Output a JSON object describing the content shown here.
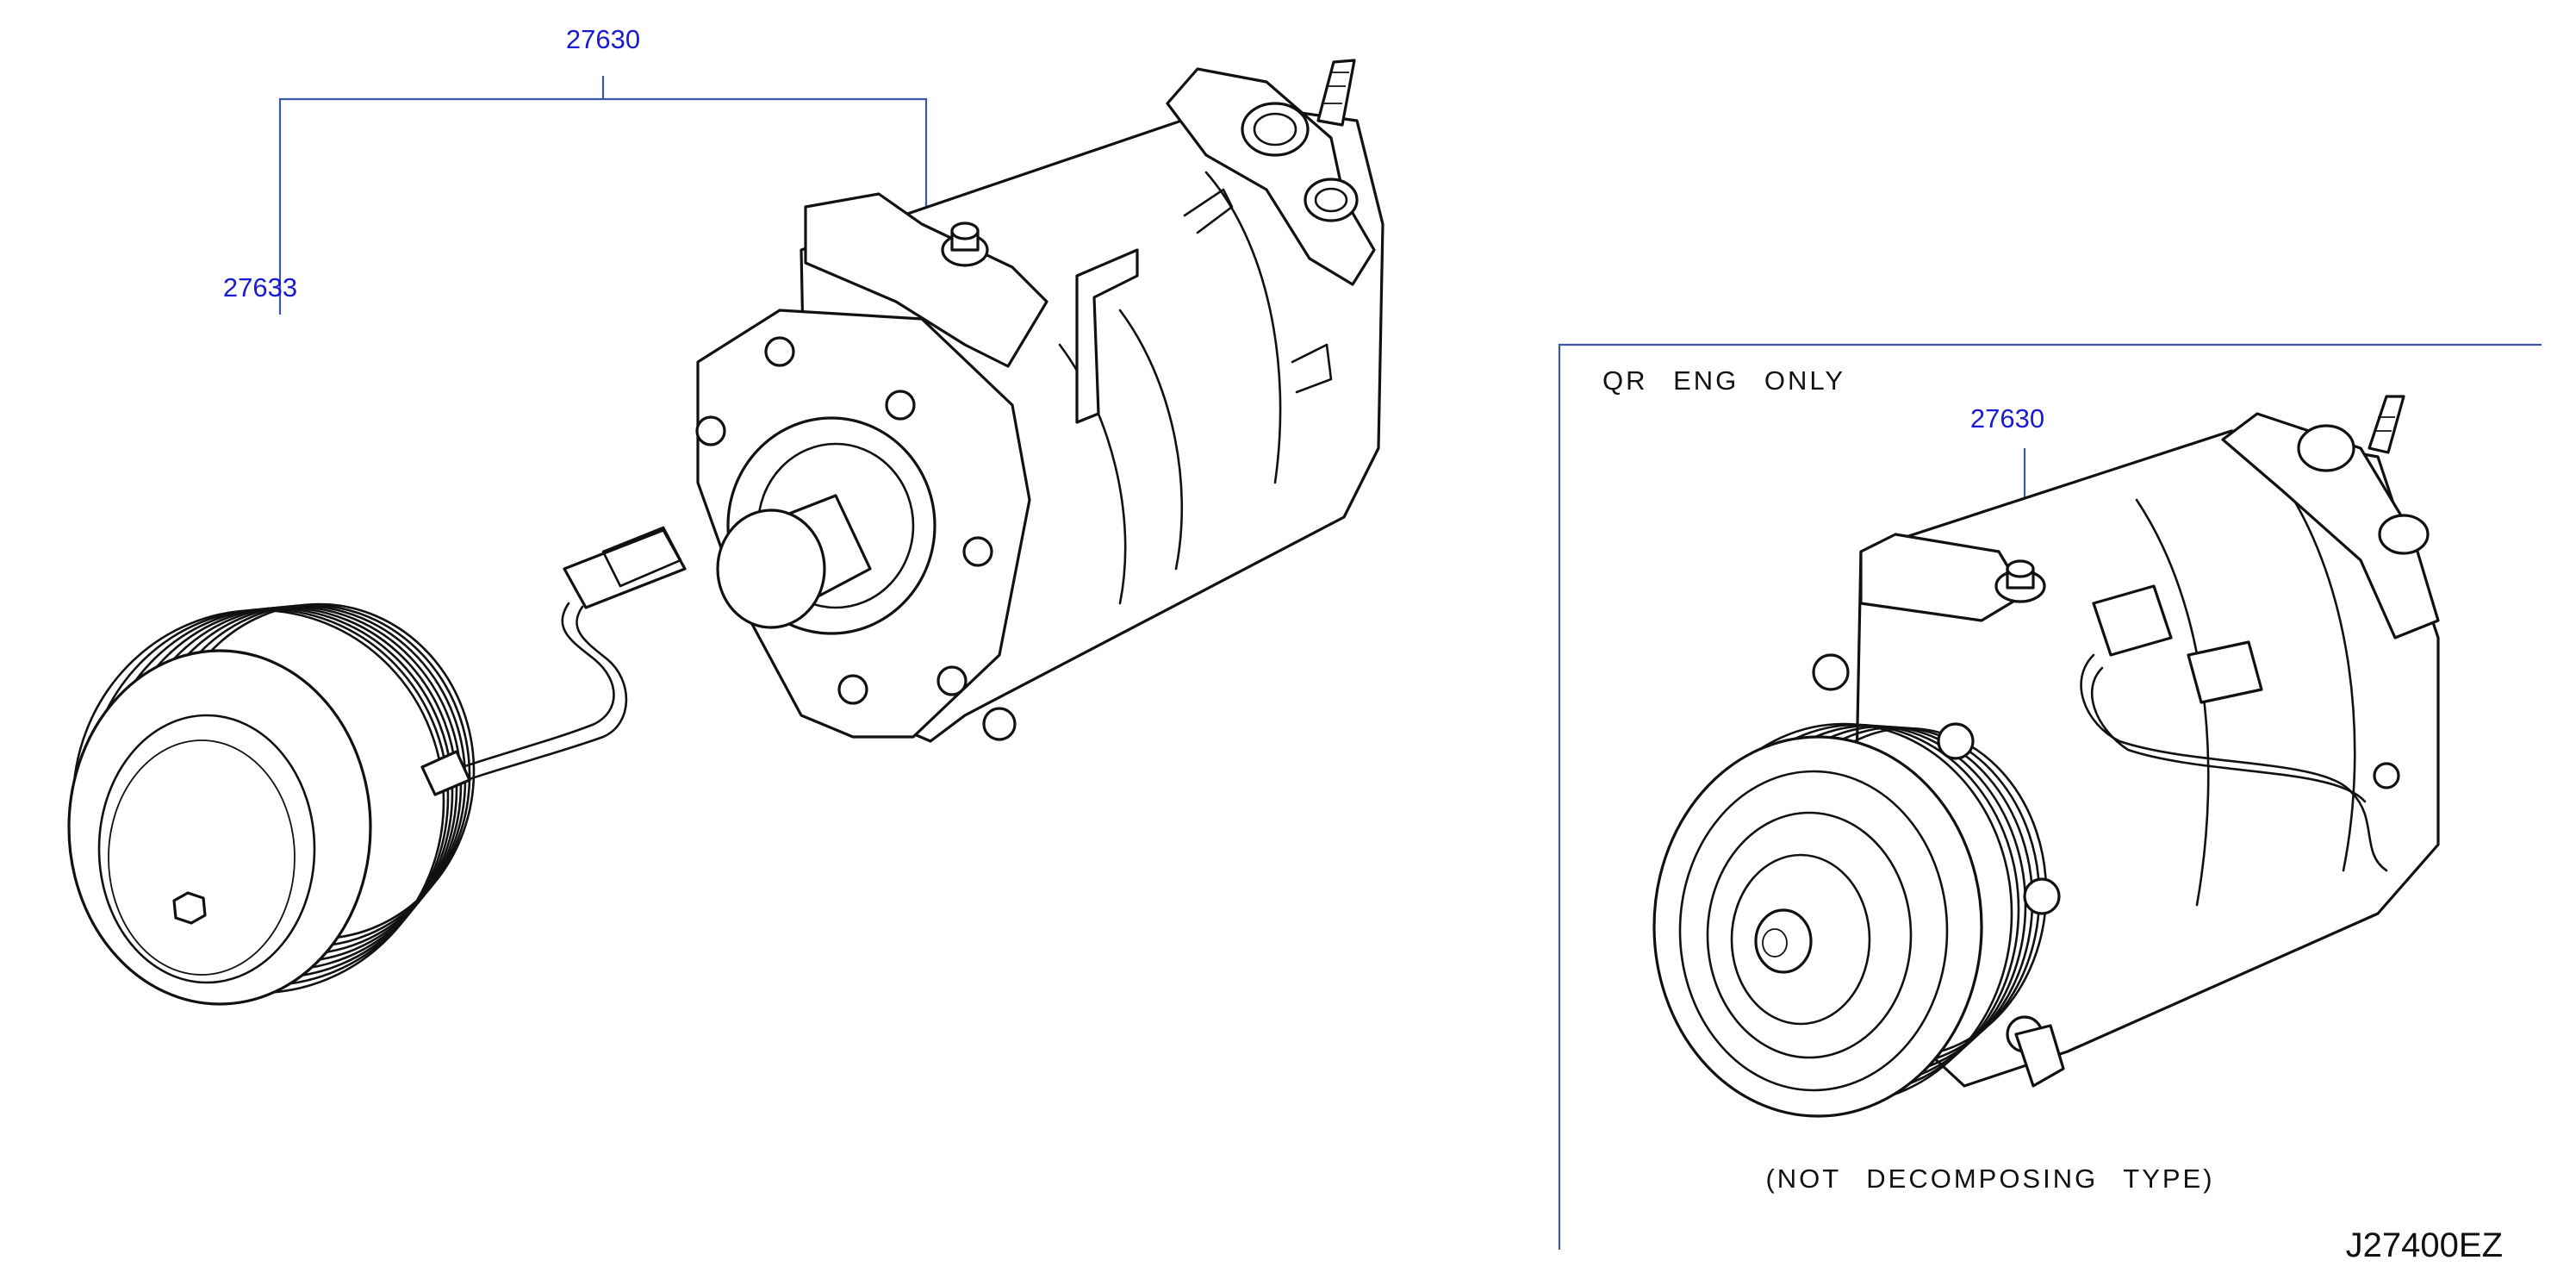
{
  "callouts": {
    "assembly_main": "27630",
    "clutch": "27633",
    "assembly_inset": "27630"
  },
  "inset": {
    "title": "QR  ENG  ONLY",
    "note": "(NOT  DECOMPOSING  TYPE)"
  },
  "diagram_code": "J27400EZ",
  "colors": {
    "callout_text": "#1a1ad0",
    "leader_line": "#3a5aa8",
    "line_art": "#111111"
  }
}
